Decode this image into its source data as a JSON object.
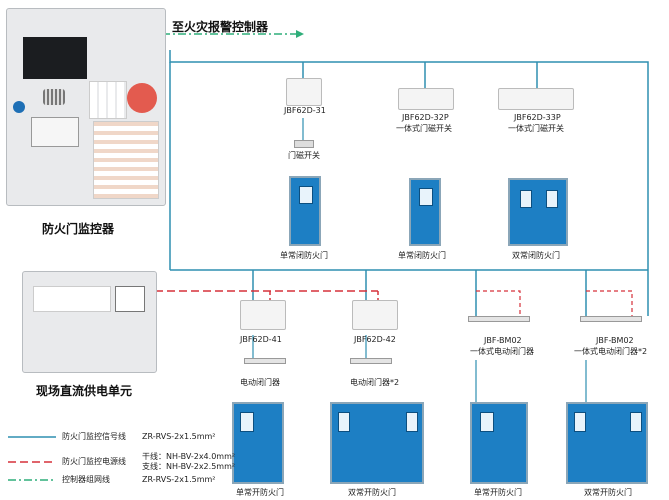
{
  "colors": {
    "signal": "#2f8fb0",
    "power": "#d6303a",
    "bus": "#2fae7a",
    "door": "#1d7fc4"
  },
  "top_label": "至火灾报警控制器",
  "monitor": {
    "label": "防火门监控器"
  },
  "power_unit": {
    "label": "现场直流供电单元"
  },
  "devices": {
    "d31": {
      "model": "JBF62D-31",
      "name": "门磁开关"
    },
    "d32p": {
      "model": "JBF62D-32P",
      "name": "一体式门磁开关"
    },
    "d33p": {
      "model": "JBF62D-33P",
      "name": "一体式门磁开关"
    },
    "d41": {
      "model": "JBF62D-41",
      "name": "电动闭门器"
    },
    "d42": {
      "model": "JBF62D-42",
      "name": "电动闭门器*2"
    },
    "dbm02a": {
      "model": "JBF-BM02",
      "name": "一体式电动闭门器"
    },
    "dbm02b": {
      "model": "JBF-BM02",
      "name": "一体式电动闭门器*2"
    }
  },
  "doors": {
    "top1": "单常闭防火门",
    "top2": "单常闭防火门",
    "top3": "双常闭防火门",
    "bot1": "单常开防火门",
    "bot2": "双常开防火门",
    "bot3": "单常开防火门",
    "bot4": "双常开防火门"
  },
  "legend": {
    "signal": {
      "name": "防火门监控信号线",
      "spec": "ZR-RVS-2x1.5mm²"
    },
    "power": {
      "name": "防火门监控电源线",
      "spec1": "干线：NH-BV-2x4.0mm²",
      "spec2": "支线：NH-BV-2x2.5mm²"
    },
    "bus": {
      "name": "控制器组网线",
      "spec": "ZR-RVS-2x1.5mm²"
    }
  }
}
